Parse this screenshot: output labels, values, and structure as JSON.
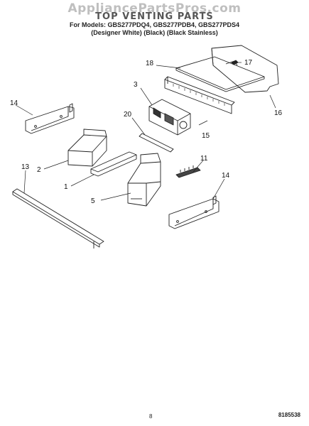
{
  "header": {
    "watermark": "AppliancePartsPros.com",
    "title": "TOP VENTING PARTS",
    "models_line": "For Models: GBS277PDQ4, GBS277PDB4, GBS277PDS4",
    "variants_line": "(Designer White)   (Black)   (Black Stainless)"
  },
  "callouts": {
    "c1": "1",
    "c2": "2",
    "c3": "3",
    "c5": "5",
    "c11": "11",
    "c13": "13",
    "c14a": "14",
    "c14b": "14",
    "c15": "15",
    "c16": "16",
    "c17": "17",
    "c18": "18",
    "c20": "20"
  },
  "footer": {
    "page_number": "8",
    "doc_number": "8185538"
  }
}
